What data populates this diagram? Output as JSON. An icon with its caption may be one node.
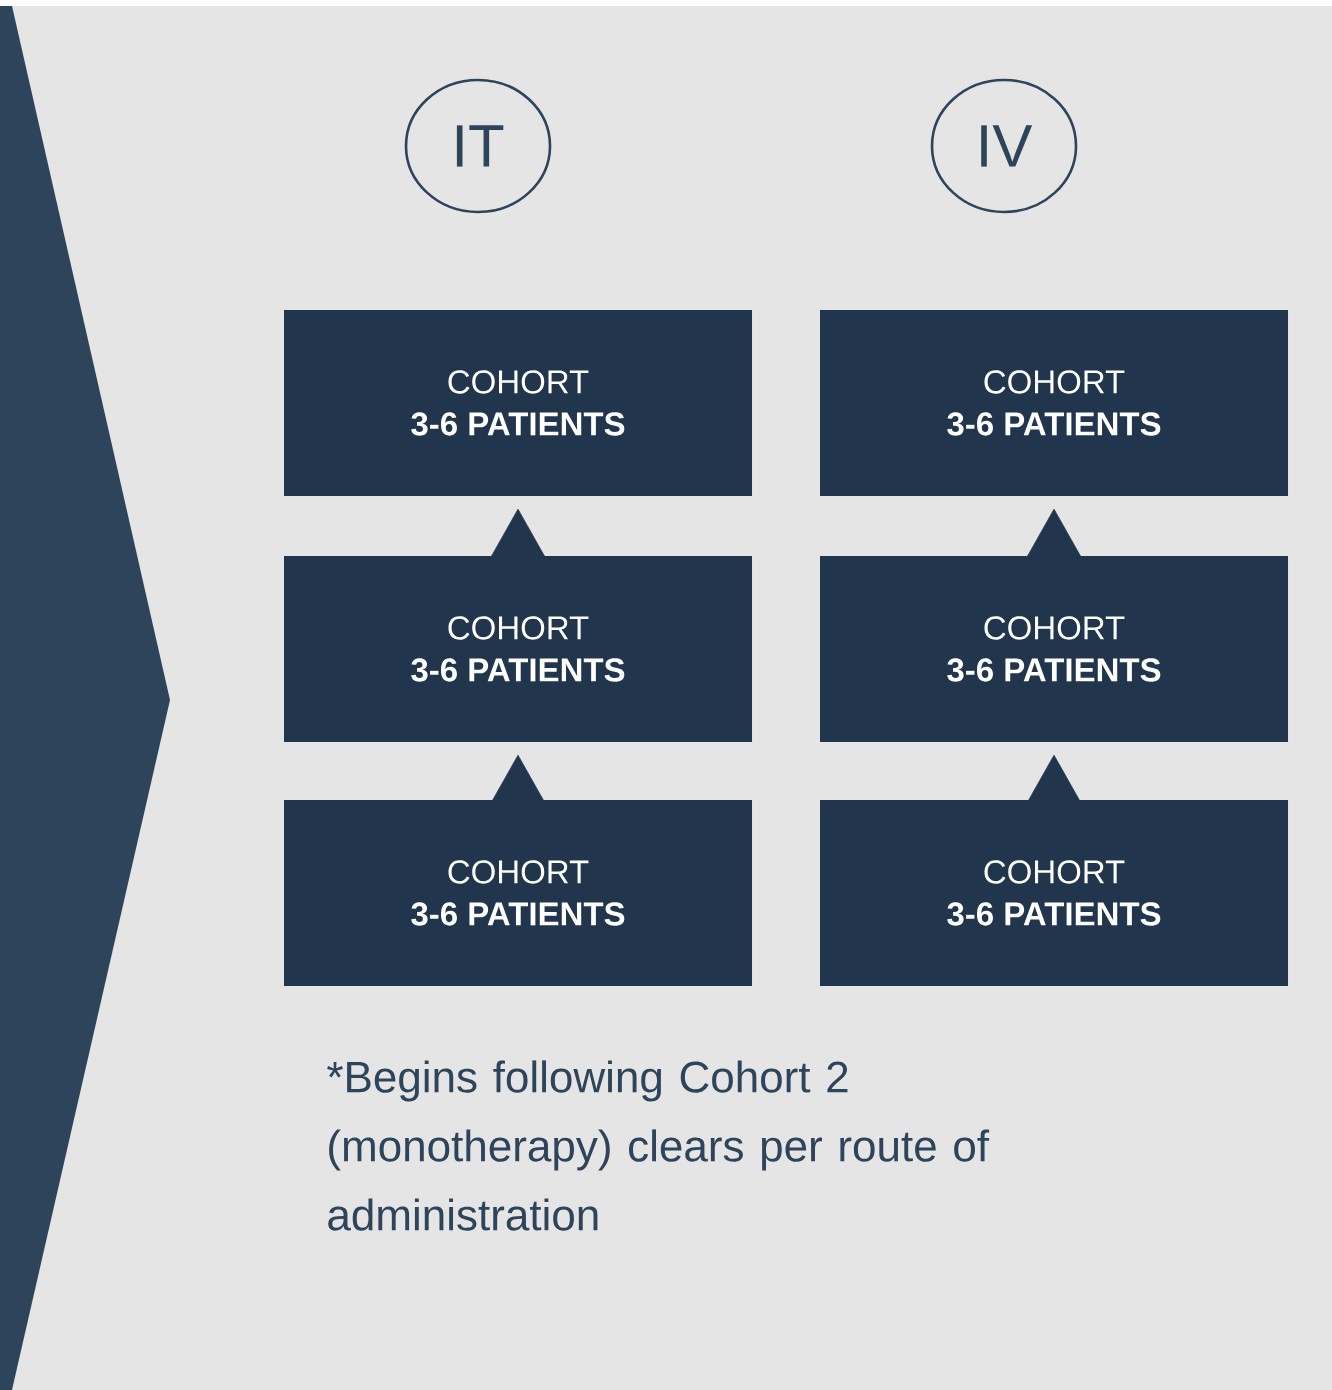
{
  "diagram": {
    "nodes": [
      {
        "text": [
          "IT"
        ]
      },
      {
        "text": [
          "IV"
        ]
      },
      {
        "text": [
          "COHORT",
          "3-6 PATIENTS"
        ]
      },
      {
        "text": [
          "COHORT",
          "3-6 PATIENTS"
        ]
      },
      {
        "text": [
          "COHORT",
          "3-6 PATIENTS"
        ]
      },
      {
        "text": [
          "COHORT",
          "3-6 PATIENTS"
        ]
      },
      {
        "text": [
          "COHORT",
          "3-6 PATIENTS"
        ]
      },
      {
        "text": [
          "COHORT",
          "3-6 PATIENTS"
        ]
      }
    ],
    "edges": [
      {
        "from": 4,
        "to": 2,
        "arrow": "to"
      },
      {
        "from": 5,
        "to": 3,
        "arrow": "to"
      },
      {
        "from": 6,
        "to": 4,
        "arrow": "to"
      },
      {
        "from": 7,
        "to": 5,
        "arrow": "to"
      }
    ],
    "labels": [
      "*Begins following Cohort 2 (monotherapy) clears per route of administration"
    ]
  }
}
